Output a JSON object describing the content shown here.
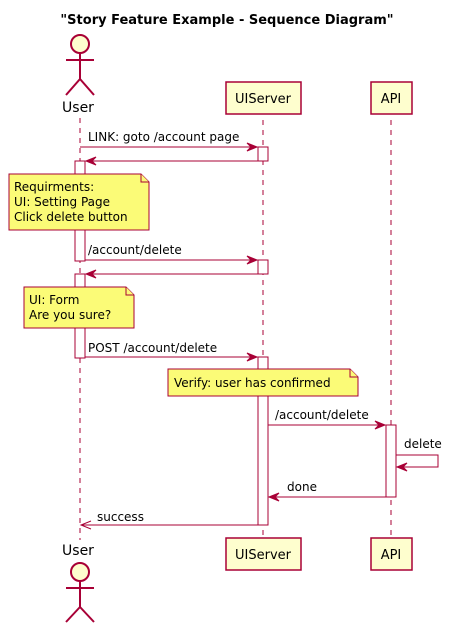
{
  "title": "\"Story Feature Example - Sequence Diagram\"",
  "participants": {
    "user": "User",
    "uiserver": "UIServer",
    "api": "API"
  },
  "messages": [
    {
      "label": "LINK: goto /account page",
      "from": "user",
      "to": "uiserver"
    },
    {
      "label": "",
      "from": "uiserver",
      "to": "user"
    },
    {
      "label": "/account/delete",
      "from": "user",
      "to": "uiserver"
    },
    {
      "label": "",
      "from": "uiserver",
      "to": "user"
    },
    {
      "label": "POST /account/delete",
      "from": "user",
      "to": "uiserver"
    },
    {
      "label": "/account/delete",
      "from": "uiserver",
      "to": "api"
    },
    {
      "label": "delete",
      "from": "api",
      "to": "api"
    },
    {
      "label": "done",
      "from": "api",
      "to": "uiserver"
    },
    {
      "label": "success",
      "from": "uiserver",
      "to": "user"
    }
  ],
  "notes": [
    {
      "lines": [
        "Requirments:",
        "UI: Setting Page",
        "Click delete button"
      ]
    },
    {
      "lines": [
        "UI: Form",
        "Are you sure?"
      ]
    },
    {
      "lines": [
        "Verify: user has confirmed"
      ]
    }
  ],
  "colors": {
    "border": "#a80036",
    "participant_fill": "#fefece",
    "note_fill": "#fbfb77"
  }
}
